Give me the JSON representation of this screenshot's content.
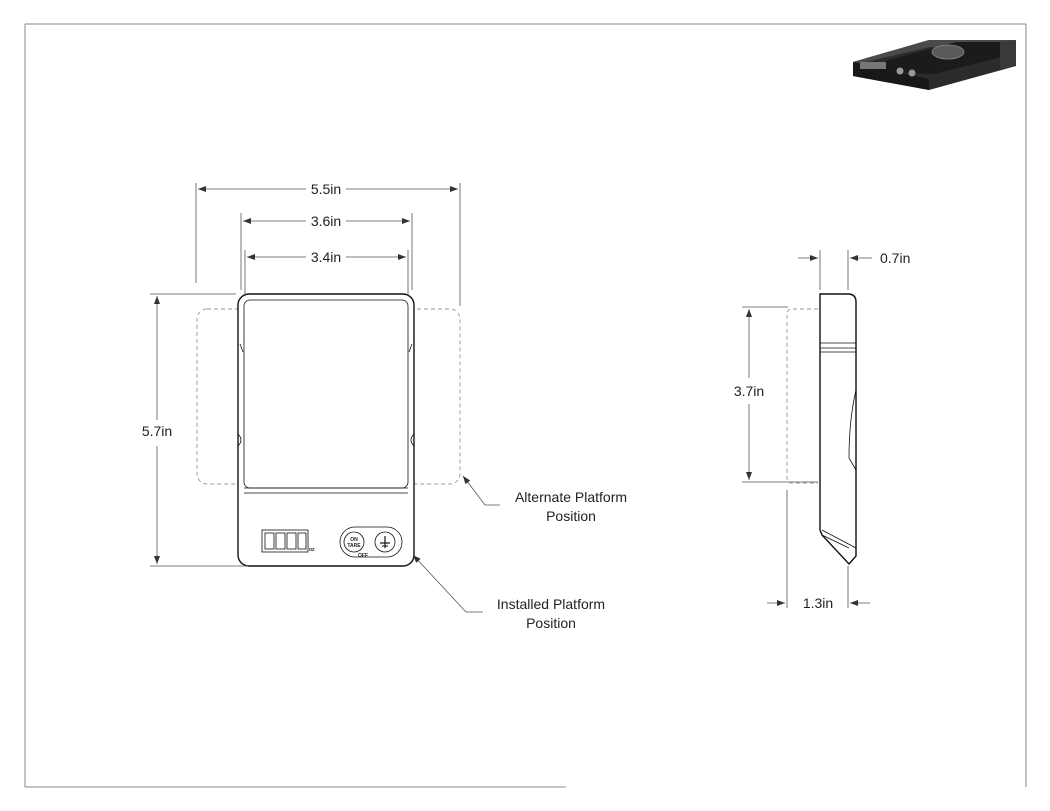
{
  "dimensions": {
    "width_platform_alt": "5.5in",
    "width_outer": "3.6in",
    "width_inner": "3.4in",
    "height_total": "5.7in",
    "side_thickness_top": "0.7in",
    "side_height": "3.7in",
    "side_depth": "1.3in"
  },
  "callouts": {
    "alternate_line1": "Alternate Platform",
    "alternate_line2": "Position",
    "installed_line1": "Installed Platform",
    "installed_line2": "Position"
  },
  "device_labels": {
    "on_tare_line1": "ON",
    "on_tare_line2": "TARE",
    "off": "OFF",
    "unit": "oz"
  },
  "colors": {
    "line": "#111111",
    "dimension": "#555555",
    "hidden": "#9a9a9a"
  },
  "icons": [
    "unit-mode-icon",
    "device-3d-thumbnail"
  ]
}
